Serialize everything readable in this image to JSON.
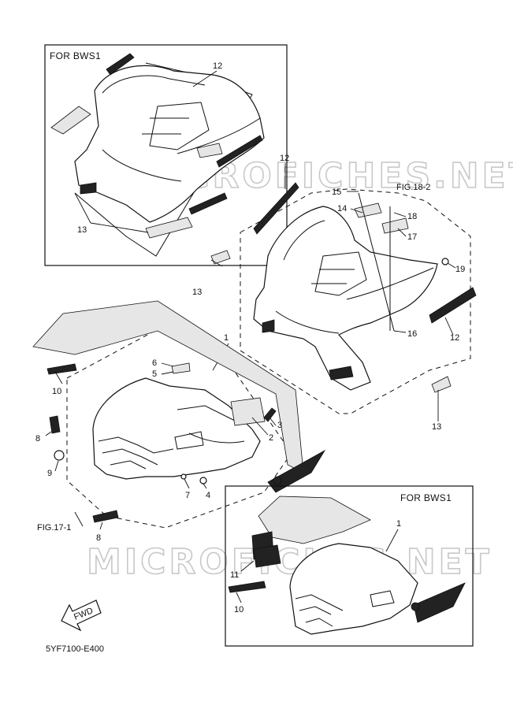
{
  "watermarks": [
    "MICROFICHES.NET",
    "MICROFICHES.NET"
  ],
  "box_top_left": {
    "title": "FOR  BWS1",
    "callouts": [
      "12",
      "13"
    ]
  },
  "box_bottom_right": {
    "title": "FOR  BWS1",
    "callouts": [
      "1",
      "11",
      "10"
    ]
  },
  "rear_assembly": {
    "fig_ref": "FIG.18-2",
    "callouts": [
      "12",
      "13",
      "15",
      "14",
      "18",
      "17",
      "19",
      "16",
      "12",
      "13"
    ]
  },
  "front_assembly": {
    "fig_ref": "FIG.17-1",
    "callouts": [
      "1",
      "6",
      "5",
      "3",
      "2",
      "10",
      "8",
      "9",
      "7",
      "4",
      "8"
    ]
  },
  "fwd_label": "FWD",
  "diagram_code": "5YF7100-E400"
}
